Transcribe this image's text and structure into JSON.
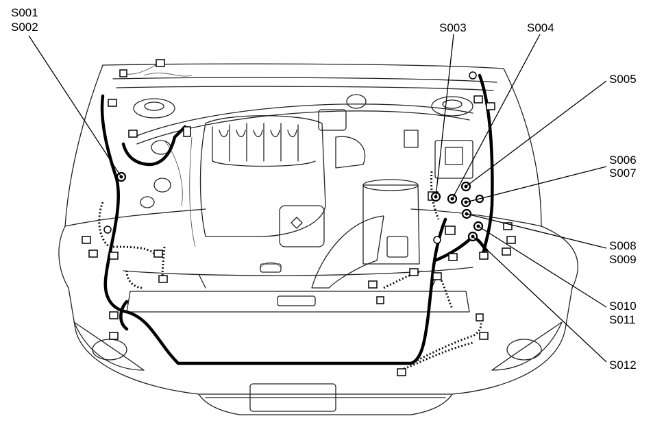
{
  "labels": [
    {
      "key": "s001",
      "text": "S001"
    },
    {
      "key": "s002",
      "text": "S002"
    },
    {
      "key": "s003",
      "text": "S003"
    },
    {
      "key": "s004",
      "text": "S004"
    },
    {
      "key": "s005",
      "text": "S005"
    },
    {
      "key": "s006",
      "text": "S006"
    },
    {
      "key": "s007",
      "text": "S007"
    },
    {
      "key": "s008",
      "text": "S008"
    },
    {
      "key": "s009",
      "text": "S009"
    },
    {
      "key": "s010",
      "text": "S010"
    },
    {
      "key": "s011",
      "text": "S011"
    },
    {
      "key": "s012",
      "text": "S012"
    }
  ],
  "colors": {
    "line": "#000000",
    "background": "#ffffff"
  }
}
